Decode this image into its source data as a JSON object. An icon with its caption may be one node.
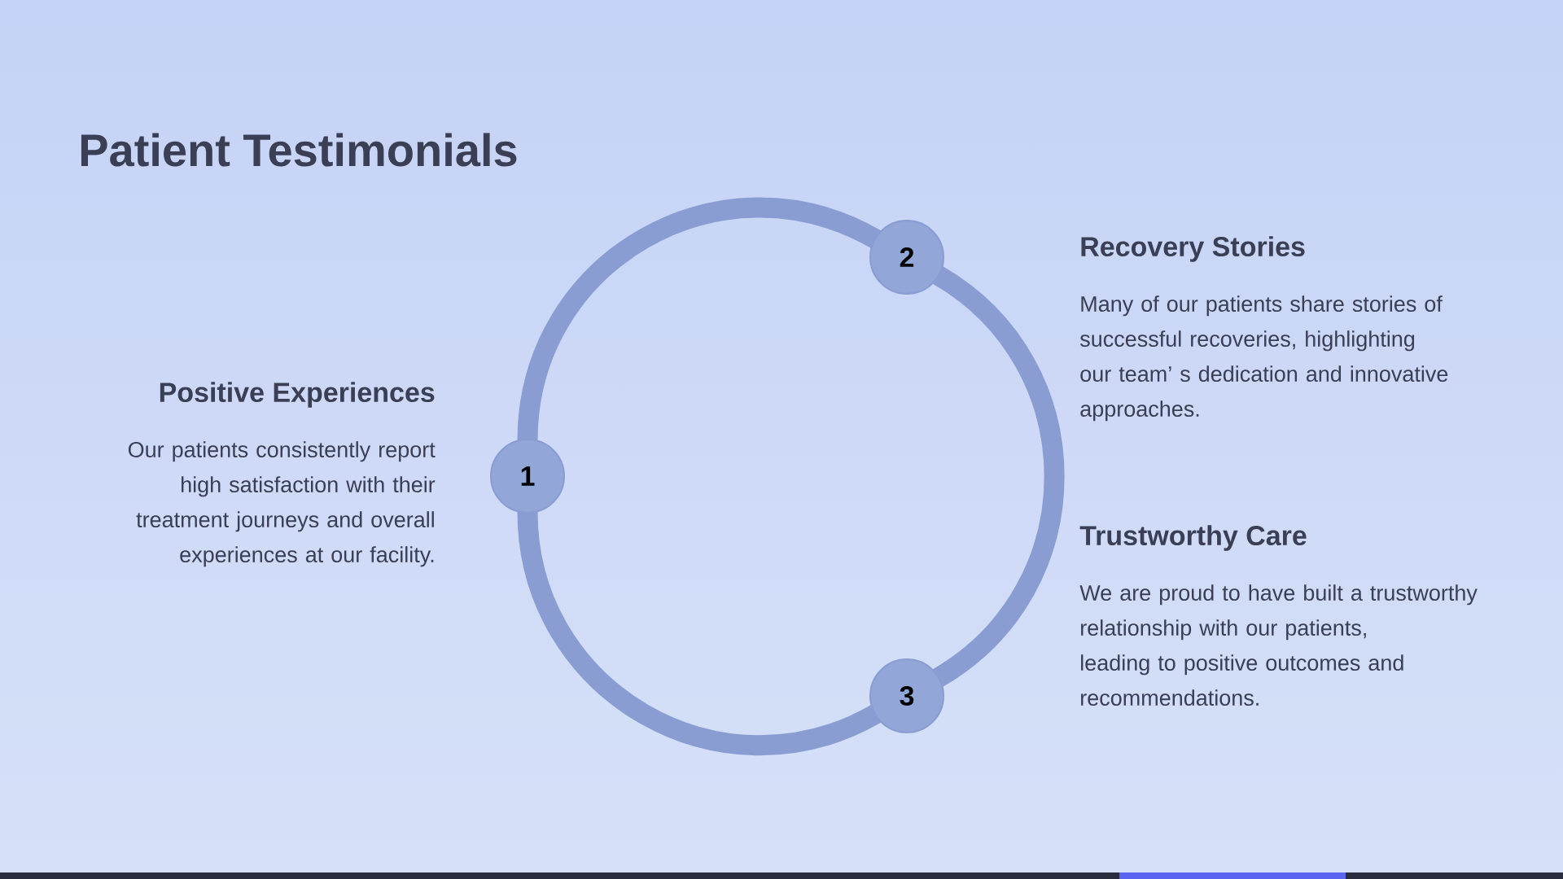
{
  "diagram": {
    "title": "Patient Testimonials",
    "nodes": [
      {
        "text": [
          "1"
        ],
        "beside": [
          "Positive Experiences",
          "Our patients consistently report high satisfaction with their treatment journeys and overall experiences at our facility."
        ]
      },
      {
        "text": [
          "2"
        ],
        "beside": [
          "Recovery Stories",
          "Many of our patients share stories of successful recoveries, highlighting our team’ s dedication and innovative approaches."
        ]
      },
      {
        "text": [
          "3"
        ],
        "beside": [
          "Trustworthy Care",
          "We are proud to have built a trustworthy relationship with our patients, leading to positive outcomes and recommendations."
        ]
      }
    ],
    "edges": [
      {
        "from": 0,
        "to": 1,
        "arrow": "none"
      },
      {
        "from": 1,
        "to": 2,
        "arrow": "none"
      },
      {
        "from": 2,
        "to": 0,
        "arrow": "none"
      }
    ]
  }
}
